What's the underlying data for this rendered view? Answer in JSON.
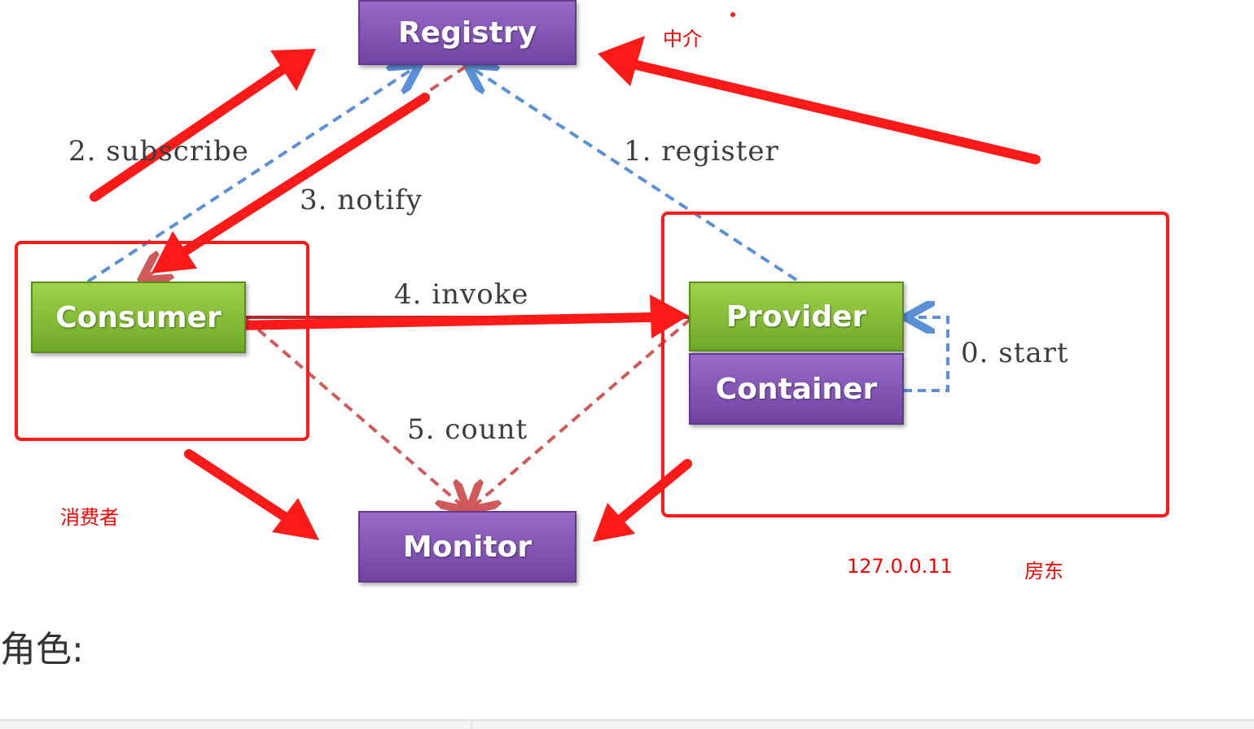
{
  "nodes": {
    "registry": "Registry",
    "consumer": "Consumer",
    "provider": "Provider",
    "container": "Container",
    "monitor": "Monitor"
  },
  "edge_labels": {
    "register": "1. register",
    "subscribe": "2. subscribe",
    "notify": "3. notify",
    "invoke": "4. invoke",
    "count": "5. count",
    "start": "0. start"
  },
  "annotations": {
    "registry_note": "中介",
    "consumer_note": "消费者",
    "provider_ip": "127.0.0.11",
    "provider_note": "房东"
  },
  "section_heading": "角色:",
  "colors": {
    "annotation_red": "#ff0000",
    "dashed_blue": "#5b8fd6",
    "dashed_red": "#d05a5a",
    "node_purple": "#7b4fae",
    "node_green": "#86bf36"
  }
}
